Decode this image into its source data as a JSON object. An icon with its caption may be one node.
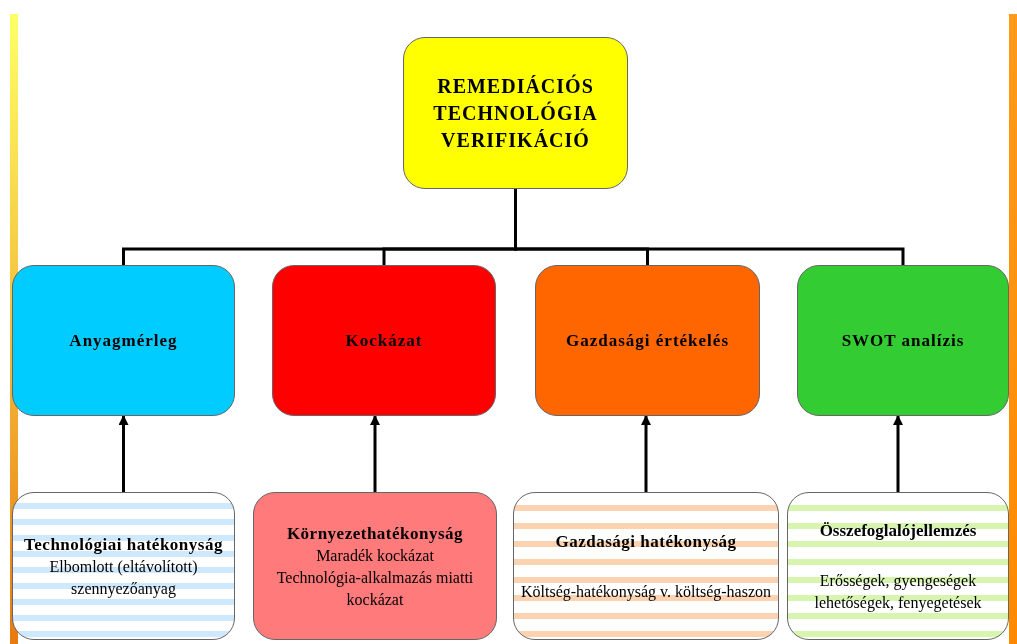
{
  "diagram": {
    "nodes": [
      {
        "text": [
          "REMEDIÁCIÓS TECHNOLÓGIA VERIFIKÁCIÓ"
        ]
      },
      {
        "text": [
          "Anyagmérleg"
        ]
      },
      {
        "text": [
          "Kockázat"
        ]
      },
      {
        "text": [
          "Gazdasági értékelés"
        ]
      },
      {
        "text": [
          "SWOT analízis"
        ]
      },
      {
        "text": [
          "Technológiai hatékonyság",
          "Elbomlott (eltávolított) szennyezőanyag"
        ]
      },
      {
        "text": [
          "Környezethatékonyság",
          "Maradék kockázat",
          "Technológia-alkalmazás miatti kockázat"
        ]
      },
      {
        "text": [
          "Gazdasági hatékonyság",
          "Költség-hatékonyság v. költség-haszon"
        ]
      },
      {
        "text": [
          "Összefoglalójellemzés",
          "Erősségek, gyengeségek lehetőségek, fenyegetések"
        ]
      }
    ],
    "edges": [
      {
        "from": 0,
        "to": 1,
        "arrow": "none"
      },
      {
        "from": 0,
        "to": 2,
        "arrow": "none"
      },
      {
        "from": 0,
        "to": 3,
        "arrow": "none"
      },
      {
        "from": 0,
        "to": 4,
        "arrow": "none"
      },
      {
        "from": 5,
        "to": 1,
        "arrow": "to"
      },
      {
        "from": 6,
        "to": 2,
        "arrow": "to"
      },
      {
        "from": 7,
        "to": 3,
        "arrow": "to"
      },
      {
        "from": 8,
        "to": 4,
        "arrow": "to"
      }
    ]
  }
}
